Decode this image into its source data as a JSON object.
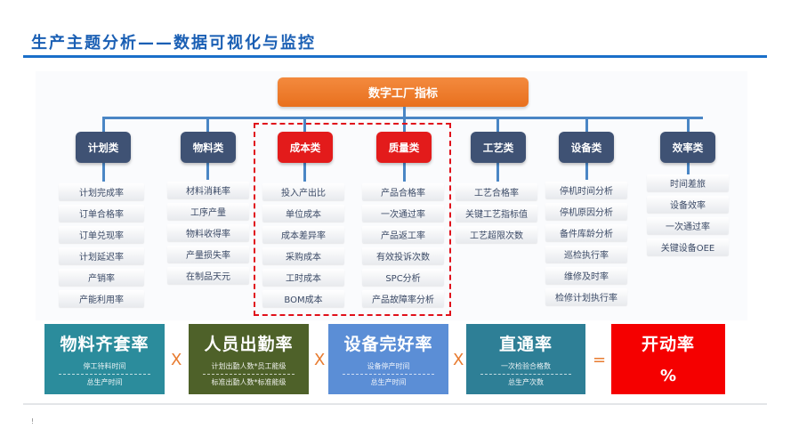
{
  "header": {
    "title": "生产主题分析——数据可视化与监控"
  },
  "root": {
    "label": "数字工厂指标"
  },
  "categories": [
    {
      "label": "计划类",
      "style": "dark",
      "items": [
        "计划完成率",
        "订单合格率",
        "订单兑现率",
        "计划延迟率",
        "产销率",
        "产能利用率"
      ]
    },
    {
      "label": "物料类",
      "style": "dark",
      "items": [
        "材料消耗率",
        "工序产量",
        "物料收得率",
        "产量损失率",
        "在制品天元"
      ]
    },
    {
      "label": "成本类",
      "style": "red",
      "items": [
        "投入产出比",
        "单位成本",
        "成本差异率",
        "采购成本",
        "工时成本",
        "BOM成本"
      ]
    },
    {
      "label": "质量类",
      "style": "red",
      "items": [
        "产品合格率",
        "一次通过率",
        "产品返工率",
        "有效投诉次数",
        "SPC分析",
        "产品故障率分析"
      ]
    },
    {
      "label": "工艺类",
      "style": "dark",
      "items": [
        "工艺合格率",
        "关键工艺指标值",
        "工艺超限次数"
      ]
    },
    {
      "label": "设备类",
      "style": "dark",
      "items": [
        "停机时间分析",
        "停机原因分析",
        "备件库龄分析",
        "巡检执行率",
        "维修及时率",
        "检修计划执行率"
      ]
    },
    {
      "label": "效率类",
      "style": "dark",
      "items": [
        "时间差旅",
        "设备效率",
        "一次通过率",
        "关键设备OEE"
      ]
    }
  ],
  "formula": {
    "factors": [
      {
        "title": "物料齐套率",
        "numerator": "停工待料时间",
        "denominator": "总生产时间",
        "color": "#2b8c9c"
      },
      {
        "title": "人员出勤率",
        "numerator": "计划出勤人数*员工能级",
        "denominator": "标准出勤人数*标准能级",
        "color": "#4e6129"
      },
      {
        "title": "设备完好率",
        "numerator": "设备停产时间",
        "denominator": "总生产时间",
        "color": "#5b8ed6"
      },
      {
        "title": "直通率",
        "numerator": "一次检验合格数",
        "denominator": "总生产次数",
        "color": "#2e7f96"
      }
    ],
    "operators": [
      "X",
      "X",
      "X",
      "="
    ],
    "result": {
      "title": "开动率",
      "value": "%",
      "color": "#f50000"
    }
  },
  "footer": {
    "mark": "!"
  }
}
